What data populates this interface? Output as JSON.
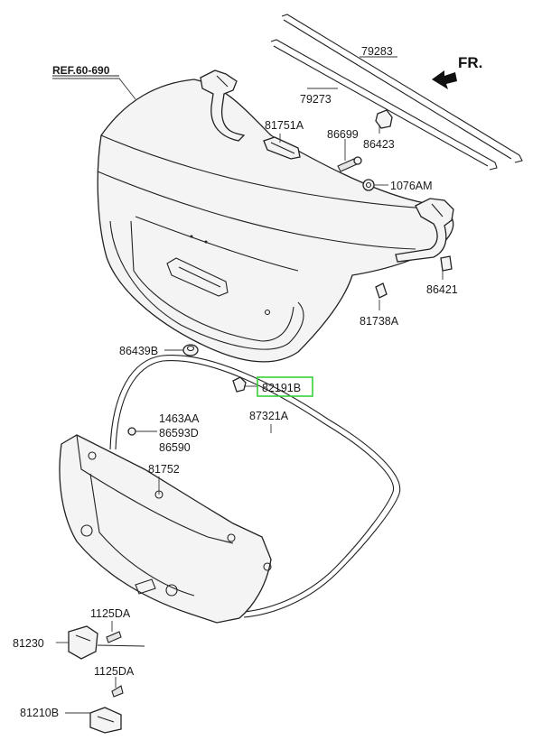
{
  "reference": "REF.60-690",
  "direction": "FR.",
  "highlighted_part": "82191B",
  "colors": {
    "highlight": "#39d039",
    "line": "#222222"
  },
  "labels": {
    "p79283": "79283",
    "p79273": "79273",
    "p81751a": "81751A",
    "p86699": "86699",
    "p86423": "86423",
    "p1076am": "1076AM",
    "p86421": "86421",
    "p81738a": "81738A",
    "p86439b": "86439B",
    "p82191b": "82191B",
    "p1463aa": "1463AA",
    "p86593d": "86593D",
    "p86590": "86590",
    "p87321a": "87321A",
    "p81752": "81752",
    "p1125da_1": "1125DA",
    "p81230": "81230",
    "p1125da_2": "1125DA",
    "p81210b": "81210B"
  }
}
